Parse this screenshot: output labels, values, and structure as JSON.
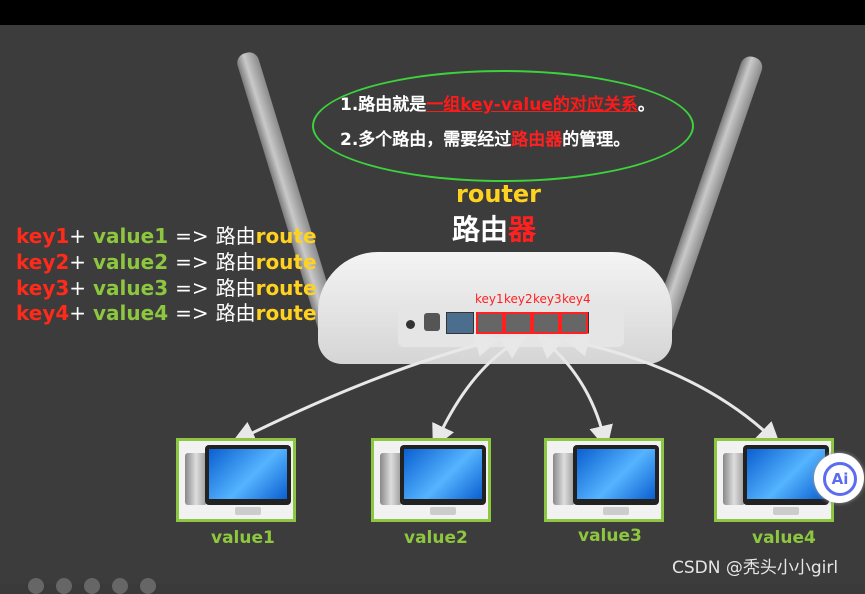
{
  "notes": {
    "line1_prefix": "1.路由就是",
    "line1_highlight": "一组key-value的对应关系",
    "line1_suffix": "。",
    "line2_prefix": "2.多个路由，需要经过",
    "line2_highlight": "路由器",
    "line2_suffix": "的管理。"
  },
  "router": {
    "title_en": "router",
    "title_cn_prefix": "路由",
    "title_cn_highlight": "器",
    "port_keys": [
      "key1",
      "key2",
      "key3",
      "key4"
    ]
  },
  "mappings": [
    {
      "key": "key1",
      "plus": "+",
      "value": "value1",
      "arrow": "=>",
      "cn": "路由",
      "route": "route"
    },
    {
      "key": "key2",
      "plus": "+",
      "value": "value2",
      "arrow": "=>",
      "cn": "路由",
      "route": "route"
    },
    {
      "key": "key3",
      "plus": "+",
      "value": "value3",
      "arrow": "=>",
      "cn": "路由",
      "route": "route"
    },
    {
      "key": "key4",
      "plus": "+",
      "value": "value4",
      "arrow": "=>",
      "cn": "路由",
      "route": "route"
    }
  ],
  "computers": [
    {
      "label": "value1"
    },
    {
      "label": "value2"
    },
    {
      "label": "value3"
    },
    {
      "label": "value4"
    }
  ],
  "watermark": "CSDN @秃头小小girl",
  "ai_button": {
    "label": "Ai"
  },
  "colors": {
    "key": "#ff2a1a",
    "value": "#8dc63f",
    "route": "#ffd21f",
    "oval": "#3cd23c"
  }
}
